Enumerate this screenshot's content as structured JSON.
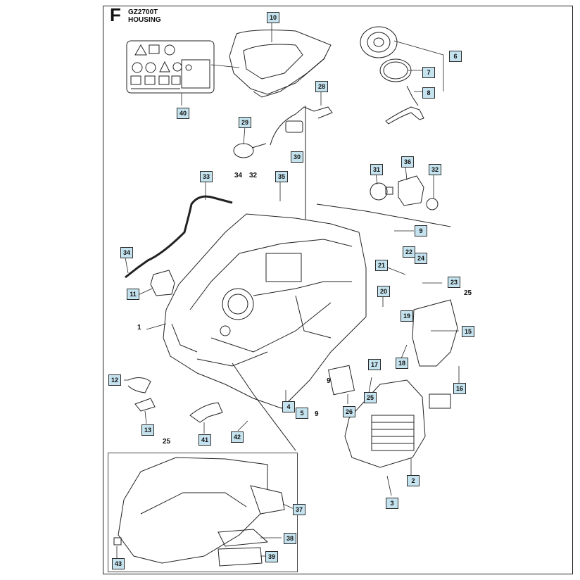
{
  "header": {
    "section_letter": "F",
    "model": "GZ2700T",
    "title": "HOUSING"
  },
  "callouts": [
    {
      "id": "c10",
      "label": "10"
    },
    {
      "id": "c6",
      "label": "6"
    },
    {
      "id": "c7",
      "label": "7"
    },
    {
      "id": "c8",
      "label": "8"
    },
    {
      "id": "c40",
      "label": "40"
    },
    {
      "id": "c28",
      "label": "28"
    },
    {
      "id": "c29",
      "label": "29"
    },
    {
      "id": "c30",
      "label": "30"
    },
    {
      "id": "c33",
      "label": "33"
    },
    {
      "id": "c35",
      "label": "35"
    },
    {
      "id": "c31",
      "label": "31"
    },
    {
      "id": "c36",
      "label": "36"
    },
    {
      "id": "c32b",
      "label": "32"
    },
    {
      "id": "c9a",
      "label": "9"
    },
    {
      "id": "c22",
      "label": "22"
    },
    {
      "id": "c24",
      "label": "24"
    },
    {
      "id": "c21",
      "label": "21"
    },
    {
      "id": "c23",
      "label": "23"
    },
    {
      "id": "c20",
      "label": "20"
    },
    {
      "id": "c19",
      "label": "19"
    },
    {
      "id": "c15",
      "label": "15"
    },
    {
      "id": "c34b",
      "label": "34"
    },
    {
      "id": "c11",
      "label": "11"
    },
    {
      "id": "c17",
      "label": "17"
    },
    {
      "id": "c18",
      "label": "18"
    },
    {
      "id": "c16",
      "label": "16"
    },
    {
      "id": "c12",
      "label": "12"
    },
    {
      "id": "c26",
      "label": "26"
    },
    {
      "id": "c25b",
      "label": "25"
    },
    {
      "id": "c4",
      "label": "4"
    },
    {
      "id": "c5",
      "label": "5"
    },
    {
      "id": "c13",
      "label": "13"
    },
    {
      "id": "c41",
      "label": "41"
    },
    {
      "id": "c42",
      "label": "42"
    },
    {
      "id": "c2",
      "label": "2"
    },
    {
      "id": "c3",
      "label": "3"
    },
    {
      "id": "c37",
      "label": "37"
    },
    {
      "id": "c38",
      "label": "38"
    },
    {
      "id": "c39",
      "label": "39"
    },
    {
      "id": "c43",
      "label": "43"
    }
  ],
  "plain_labels": [
    {
      "id": "p34",
      "label": "34"
    },
    {
      "id": "p32",
      "label": "32"
    },
    {
      "id": "p25a",
      "label": "25"
    },
    {
      "id": "p1",
      "label": "1"
    },
    {
      "id": "p9b",
      "label": "9"
    },
    {
      "id": "p9c",
      "label": "9"
    },
    {
      "id": "p25c",
      "label": "25"
    }
  ],
  "colors": {
    "callout_fill": "#c5e3ee",
    "callout_border": "#2a2a2a",
    "line": "#222222"
  }
}
